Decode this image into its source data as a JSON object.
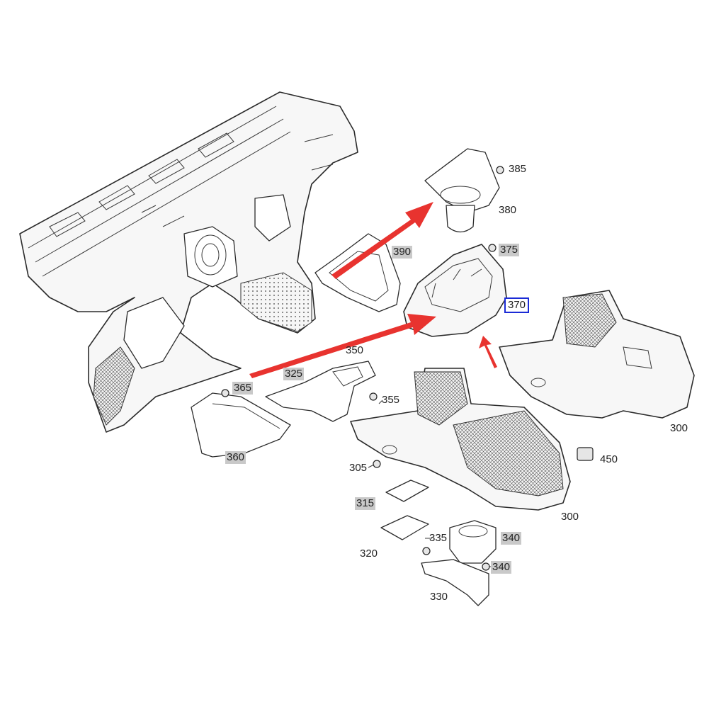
{
  "diagram": {
    "callouts": [
      {
        "id": "c385",
        "text": "385",
        "style": "plain"
      },
      {
        "id": "c380",
        "text": "380",
        "style": "plain"
      },
      {
        "id": "c375",
        "text": "375",
        "style": "grey"
      },
      {
        "id": "c390",
        "text": "390",
        "style": "grey"
      },
      {
        "id": "c370",
        "text": "370",
        "style": "boxed"
      },
      {
        "id": "c350",
        "text": "350",
        "style": "plain"
      },
      {
        "id": "c325",
        "text": "325",
        "style": "grey"
      },
      {
        "id": "c365",
        "text": "365",
        "style": "grey"
      },
      {
        "id": "c355",
        "text": "355",
        "style": "plain"
      },
      {
        "id": "c360",
        "text": "360",
        "style": "grey"
      },
      {
        "id": "c300r",
        "text": "300",
        "style": "plain"
      },
      {
        "id": "c450",
        "text": "450",
        "style": "plain"
      },
      {
        "id": "c305",
        "text": "305",
        "style": "plain"
      },
      {
        "id": "c315",
        "text": "315",
        "style": "grey"
      },
      {
        "id": "c300c",
        "text": "300",
        "style": "plain"
      },
      {
        "id": "c320",
        "text": "320",
        "style": "plain"
      },
      {
        "id": "c335",
        "text": "335",
        "style": "plain"
      },
      {
        "id": "c340a",
        "text": "340",
        "style": "grey"
      },
      {
        "id": "c340b",
        "text": "340",
        "style": "grey"
      },
      {
        "id": "c330",
        "text": "330",
        "style": "plain"
      }
    ],
    "colors": {
      "arrow": "#e8332f",
      "highlight_box": "#1b2bd6",
      "callout_bg": "#c9c9c9"
    }
  }
}
